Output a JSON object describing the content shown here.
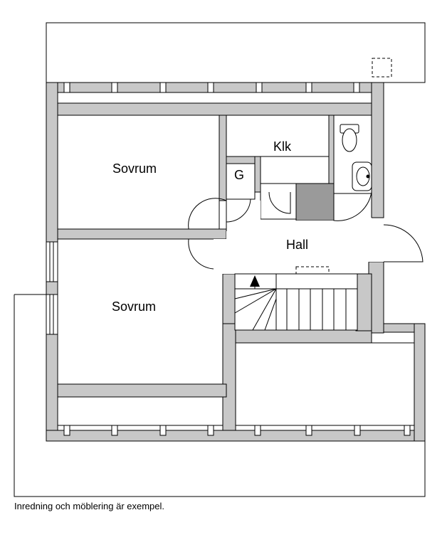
{
  "rooms": {
    "sovrum_upper": "Sovrum",
    "sovrum_lower": "Sovrum",
    "klk": "Klk",
    "g": "G",
    "hall": "Hall"
  },
  "caption": "Inredning och möblering är exempel.",
  "colors": {
    "wall": "#c8c8c8",
    "wall_dark": "#9a9a9a",
    "line": "#000000"
  },
  "icons": [
    "toilet-icon",
    "sink-icon",
    "stair-arrow-icon"
  ]
}
